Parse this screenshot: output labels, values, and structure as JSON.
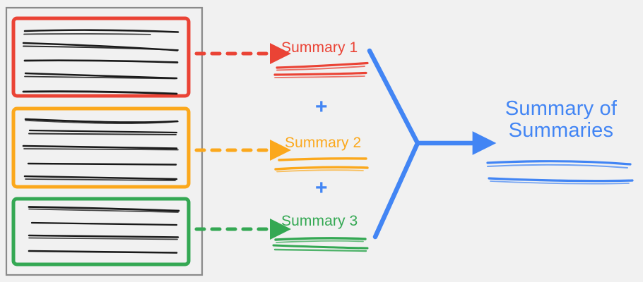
{
  "diagram": {
    "title_visible": false,
    "background_color": "#f1f1f1",
    "type": "hierarchical-summarization-flow"
  },
  "colors": {
    "red": "#EA4335",
    "orange": "#FBA81C",
    "green": "#34A853",
    "blue": "#4285F4",
    "frame_gray": "#8a8a8a",
    "text_black": "#1a1a1a",
    "background": "#f1f1f1"
  },
  "source_document": {
    "name": "source-document-container",
    "chunks": [
      {
        "id": "chunk-1",
        "accent_color": "#EA4335",
        "line_count": 5,
        "lines": [
          {
            "width_pct": 96,
            "slant": -1.5
          },
          {
            "width_pct": 99,
            "slant": 3.0
          },
          {
            "width_pct": 97,
            "slant": -0.5
          },
          {
            "width_pct": 96,
            "slant": 1.5
          },
          {
            "width_pct": 99,
            "slant": 0.5
          }
        ]
      },
      {
        "id": "chunk-2",
        "accent_color": "#FBA81C",
        "line_count": 5,
        "lines": [
          {
            "width_pct": 98,
            "slant": 2.0
          },
          {
            "width_pct": 95,
            "slant": -0.5
          },
          {
            "width_pct": 99,
            "slant": 0.5
          },
          {
            "width_pct": 95,
            "slant": -1.0
          },
          {
            "width_pct": 97,
            "slant": 0.5
          }
        ]
      },
      {
        "id": "chunk-3",
        "accent_color": "#34A853",
        "line_count": 4,
        "lines": [
          {
            "width_pct": 97,
            "slant": 1.0
          },
          {
            "width_pct": 94,
            "slant": -0.5
          },
          {
            "width_pct": 98,
            "slant": 0.0
          },
          {
            "width_pct": 96,
            "slant": -0.5
          }
        ]
      }
    ]
  },
  "arrows": {
    "chunk_to_summary": [
      {
        "name": "red-dashed-arrow",
        "color": "#EA4335",
        "style": "dashed",
        "direction": "right"
      },
      {
        "name": "orange-dashed-arrow",
        "color": "#FBA81C",
        "style": "dashed",
        "direction": "right"
      },
      {
        "name": "green-dashed-arrow",
        "color": "#34A853",
        "style": "dashed",
        "direction": "right"
      }
    ],
    "merge_arrow": {
      "name": "merge-arrow",
      "color": "#4285F4",
      "style": "solid",
      "direction": "right",
      "shape": "converging-y"
    }
  },
  "summaries": [
    {
      "id": "summary-1",
      "label": "Summary 1",
      "color": "#EA4335",
      "underline_stroke_count": 4
    },
    {
      "id": "summary-2",
      "label": "Summary 2",
      "color": "#FBA81C",
      "underline_stroke_count": 3
    },
    {
      "id": "summary-3",
      "label": "Summary 3",
      "color": "#34A853",
      "underline_stroke_count": 4
    }
  ],
  "operators": [
    {
      "id": "plus-1",
      "symbol": "+",
      "color": "#4285F4"
    },
    {
      "id": "plus-2",
      "symbol": "+",
      "color": "#4285F4"
    }
  ],
  "final_output": {
    "id": "summary-of-summaries",
    "label_line_1": "Summary of",
    "label_line_2": "Summaries",
    "color": "#4285F4",
    "underline_stroke_count": 4
  }
}
